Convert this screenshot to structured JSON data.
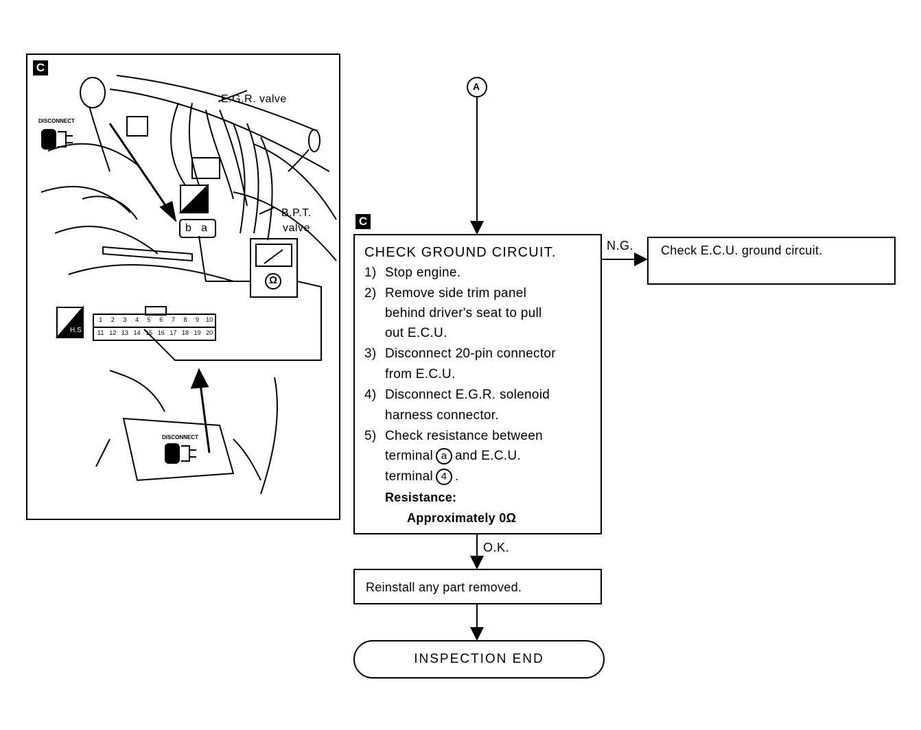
{
  "illustration": {
    "badge": "C",
    "egr_label": "E.G.R. valve",
    "bpt_label_1": "B.P.T.",
    "bpt_label_2": "valve",
    "disconnect_label": "DISCONNECT",
    "term_b": "b",
    "term_a": "a",
    "ohm_symbol": "Ω",
    "hs_label": "H.S",
    "connector_pins_top": [
      "1",
      "2",
      "3",
      "4",
      "5",
      "6",
      "7",
      "8",
      "9",
      "10"
    ],
    "connector_pins_bottom": [
      "11",
      "12",
      "13",
      "14",
      "15",
      "16",
      "17",
      "18",
      "19",
      "20"
    ]
  },
  "flow": {
    "connector_a": "A",
    "badge": "C",
    "check_box": {
      "title": "CHECK GROUND CIRCUIT.",
      "s1_num": "1)",
      "s1": "Stop engine.",
      "s2_num": "2)",
      "s2a": "Remove side trim panel",
      "s2b": "behind driver's seat to pull",
      "s2c": "out E.C.U.",
      "s3_num": "3)",
      "s3a": "Disconnect 20-pin connector",
      "s3b": "from E.C.U.",
      "s4_num": "4)",
      "s4a": "Disconnect E.G.R. solenoid",
      "s4b": "harness connector.",
      "s5_num": "5)",
      "s5a": "Check resistance between",
      "s5b_pre": "terminal",
      "s5b_term": "a",
      "s5b_post": "and E.C.U.",
      "s5c_pre": "terminal",
      "s5c_term": "4",
      "s5c_post": ".",
      "resistance_label": "Resistance:",
      "resistance_value": "Approximately 0Ω"
    },
    "ng_label": "N.G.",
    "ng_box": "Check E.C.U. ground circuit.",
    "ok_label": "O.K.",
    "reinstall_box": "Reinstall any part removed.",
    "end_box": "INSPECTION END"
  }
}
